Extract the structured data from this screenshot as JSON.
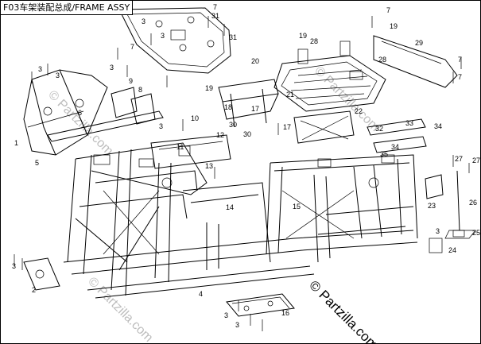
{
  "header": {
    "title": "F03车架装配总成/FRAME ASSY"
  },
  "watermarks": [
    "© Partzilla.com",
    "© Partzilla.com",
    "© Partzilla.com"
  ],
  "brand": {
    "text": "© Partzilla.com"
  },
  "callouts": [
    "1",
    "2",
    "3",
    "4",
    "5",
    "6",
    "7",
    "8",
    "9",
    "10",
    "11",
    "12",
    "13",
    "14",
    "15",
    "16",
    "17",
    "18",
    "19",
    "20",
    "21",
    "22",
    "23",
    "24",
    "25",
    "26",
    "27",
    "28",
    "29",
    "30",
    "31",
    "32",
    "33",
    "34",
    "35"
  ]
}
